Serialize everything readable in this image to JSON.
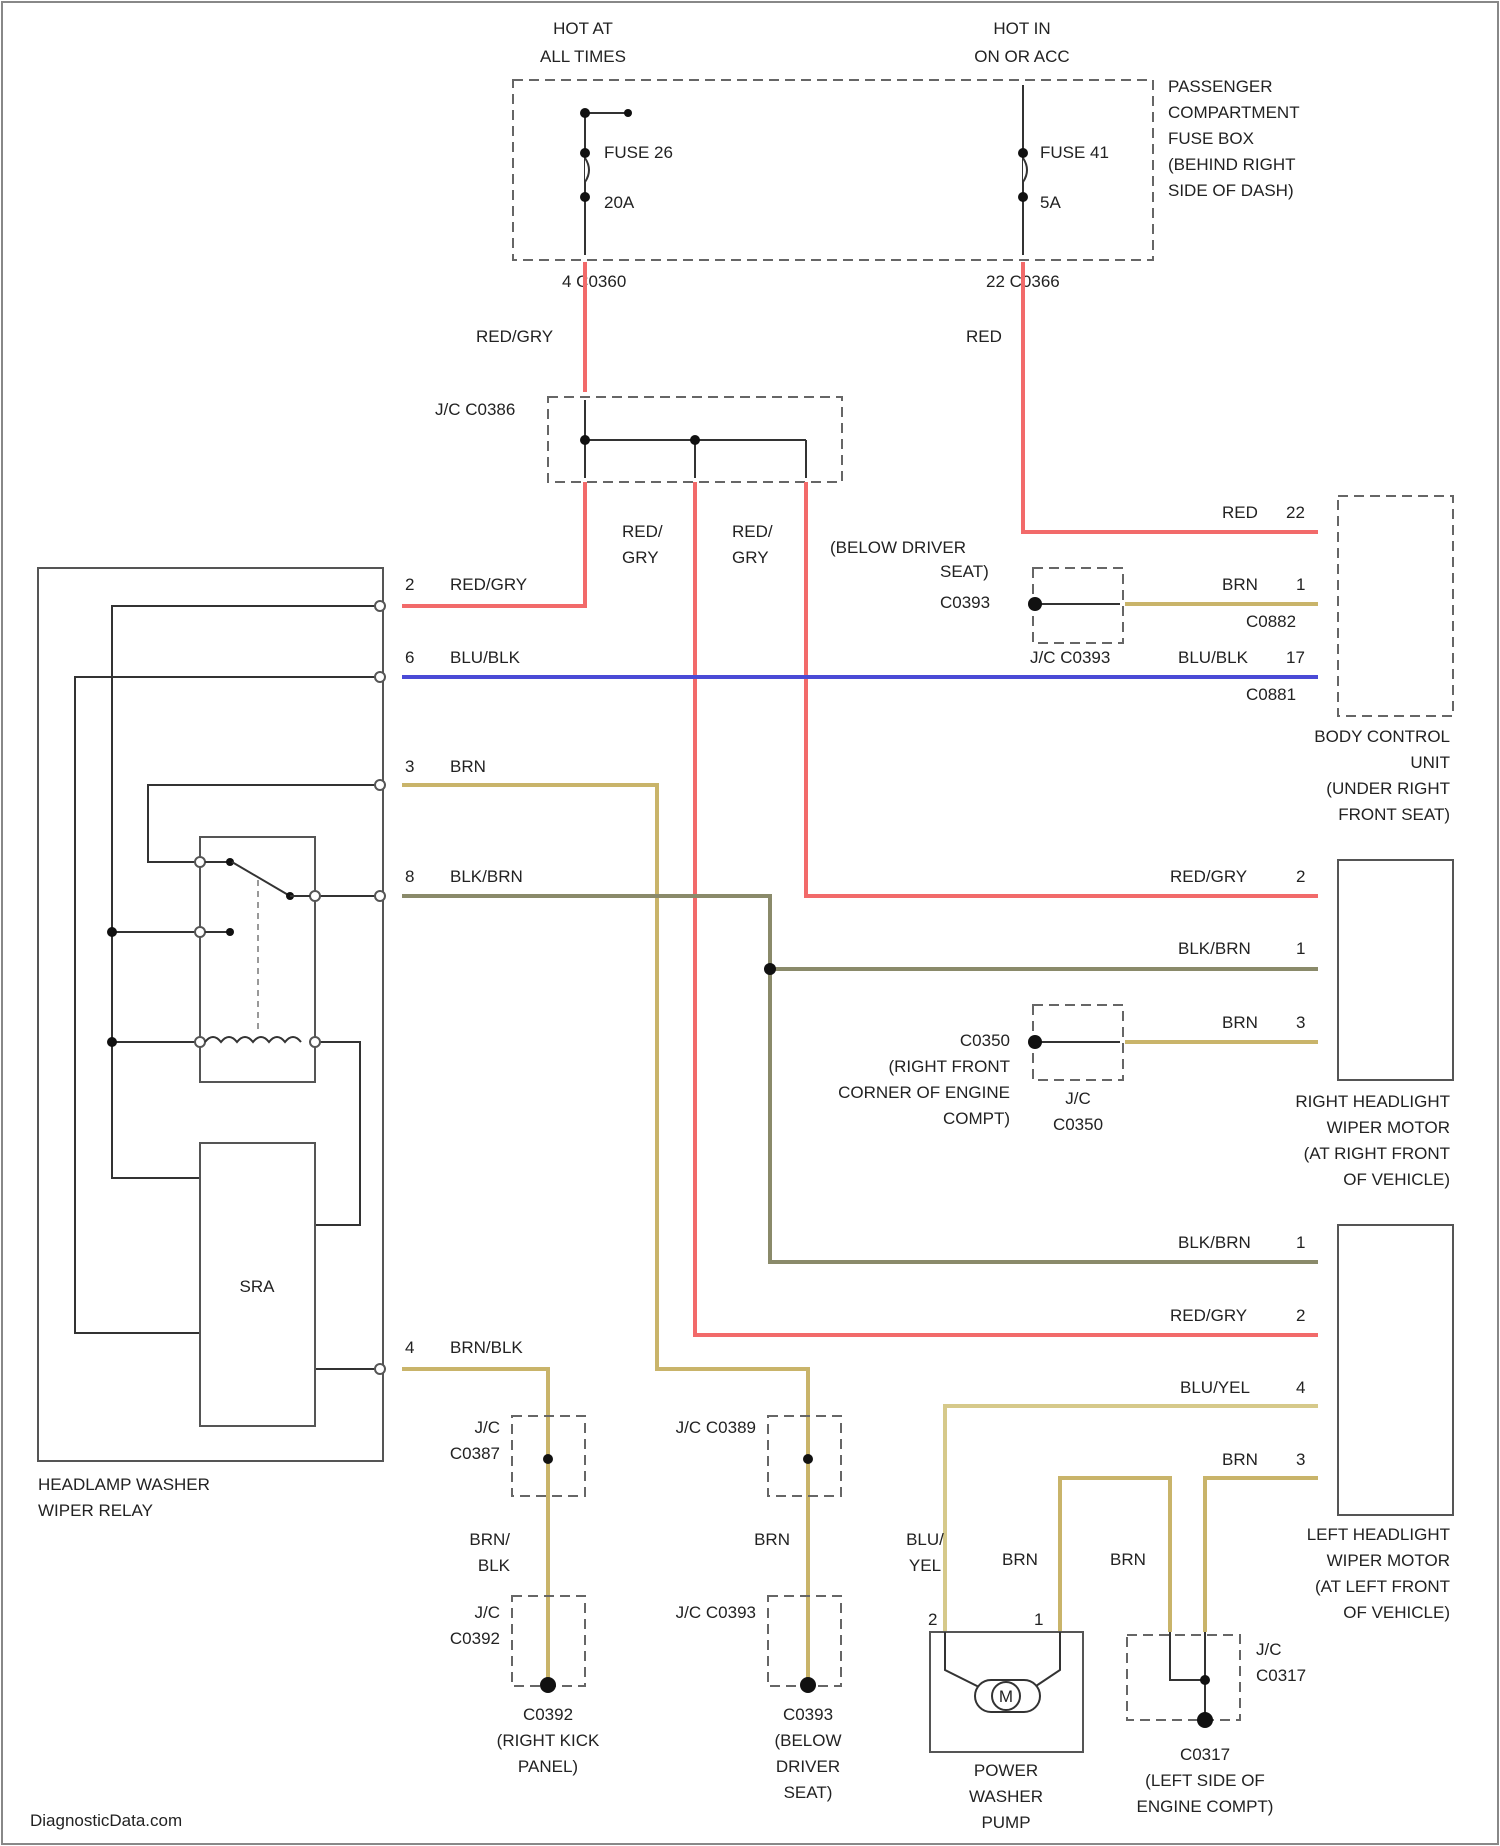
{
  "power": {
    "hot_at_all_times": "HOT AT ALL TIMES",
    "hot_in_on_or_acc": "HOT IN ON OR ACC",
    "fuse_box": "PASSENGER COMPARTMENT FUSE BOX (BEHIND RIGHT SIDE OF DASH)",
    "fuse_a": {
      "name": "FUSE 26",
      "rating": "20A",
      "connector": "4 C0360"
    },
    "fuse_b": {
      "name": "FUSE 41",
      "rating": "5A",
      "connector": "22 C0366"
    }
  },
  "splices": {
    "jc_c0386": "J/C C0386",
    "jc_c0393": "J/C C0393",
    "c0393": "C0393",
    "below_driver_seat": "(BELOW DRIVER SEAT)",
    "c0350": "C0350",
    "c0350_loc": "(RIGHT FRONT CORNER OF ENGINE COMPT)",
    "jc_c0350": "J/C C0350",
    "jc_c0387": "J/C C0387",
    "jc_c0392": "J/C C0392",
    "c0392": "C0392",
    "c0392_loc": "(RIGHT KICK PANEL)",
    "jc_c0389": "J/C C0389",
    "jc_c0393b": "J/C C0393",
    "c0393b": "C0393",
    "c0393b_loc": "(BELOW DRIVER SEAT)",
    "jc_c0317": "J/C C0317",
    "c0317": "C0317",
    "c0317_loc": "(LEFT SIDE OF ENGINE COMPT)"
  },
  "wires": {
    "red_gry": "RED/GRY",
    "red": "RED",
    "red_gry_a": "RED/ GRY",
    "red_gry_b": "RED/ GRY",
    "relay_pin2": "2",
    "relay_pin2_color": "RED/GRY",
    "relay_pin6": "6",
    "relay_pin6_color": "BLU/BLK",
    "relay_pin3": "3",
    "relay_pin3_color": "BRN",
    "relay_pin8": "8",
    "relay_pin8_color": "BLK/BRN",
    "relay_pin4": "4",
    "relay_pin4_color": "BRN/BLK",
    "bcu_red": "RED",
    "bcu_red_pin": "22",
    "bcu_brn": "BRN",
    "bcu_brn_pin": "1",
    "bcu_blublk": "BLU/BLK",
    "bcu_blublk_pin": "17",
    "c0882": "C0882",
    "c0881": "C0881",
    "rh_redgry": "RED/GRY",
    "rh_redgry_pin": "2",
    "rh_blkbrn": "BLK/BRN",
    "rh_blkbrn_pin": "1",
    "rh_brn": "BRN",
    "rh_brn_pin": "3",
    "lh_blkbrn": "BLK/BRN",
    "lh_blkbrn_pin": "1",
    "lh_redgry": "RED/GRY",
    "lh_redgry_pin": "2",
    "lh_bluyel": "BLU/YEL",
    "lh_bluyel_pin": "4",
    "lh_brn": "BRN",
    "lh_brn_pin": "3",
    "brn_blk_v": "BRN/ BLK",
    "brn_v": "BRN",
    "blu_yel_v": "BLU/ YEL",
    "brn_pump": "BRN",
    "brn_317": "BRN",
    "pump_pin2": "2",
    "pump_pin1": "1"
  },
  "components": {
    "bcu": "BODY CONTROL UNIT (UNDER RIGHT FRONT SEAT)",
    "rh_motor": "RIGHT HEADLIGHT WIPER MOTOR (AT RIGHT FRONT OF VEHICLE)",
    "lh_motor": "LEFT HEADLIGHT WIPER MOTOR (AT LEFT FRONT OF VEHICLE)",
    "relay": "HEADLAMP WASHER WIPER RELAY",
    "relay_module": "SRA",
    "pump": "POWER WASHER PUMP",
    "pump_symbol": "M"
  },
  "footer": "DiagnosticData.com"
}
